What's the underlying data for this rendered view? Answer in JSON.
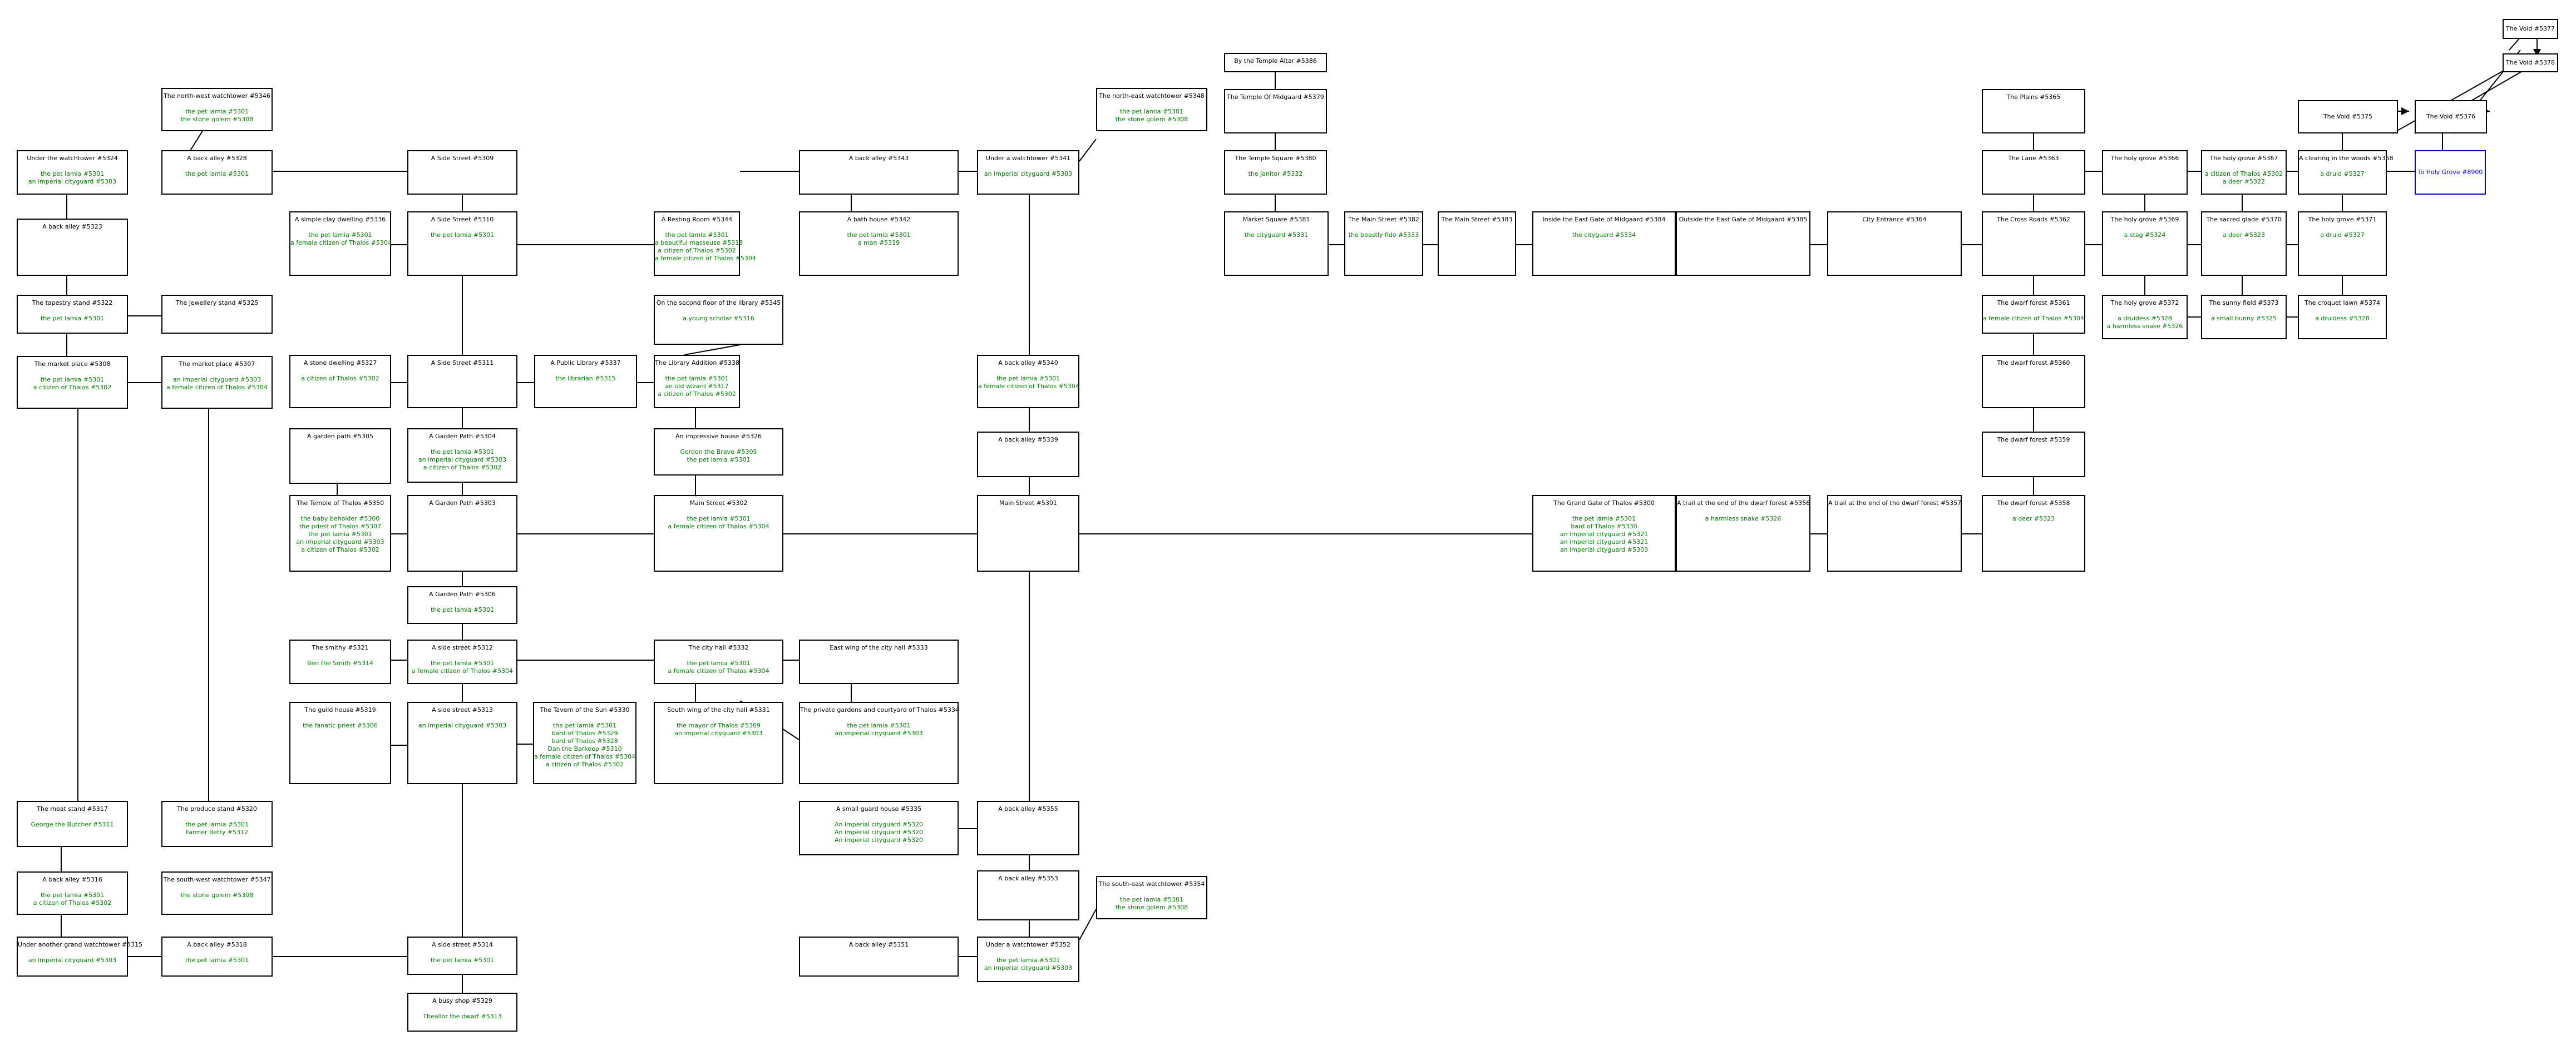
{
  "rooms": {
    "r5346": {
      "title": "The north-west watchtower #5346",
      "occupants": [
        "the pet lamia #5301",
        "the stone golem #5308"
      ]
    },
    "r5324": {
      "title": "Under the watchtower #5324",
      "occupants": [
        "the pet lamia #5301",
        "an imperial cityguard #5303"
      ]
    },
    "r5328": {
      "title": "A back alley #5328",
      "occupants": [
        "the pet lamia #5301"
      ]
    },
    "r5323": {
      "title": "A back alley #5323",
      "occupants": []
    },
    "r5322": {
      "title": "The tapestry stand #5322",
      "occupants": [
        "the pet lamia #5301"
      ]
    },
    "r5325": {
      "title": "The jewellery stand #5325",
      "occupants": []
    },
    "r5308": {
      "title": "The market place #5308",
      "occupants": [
        "the pet lamia #5301",
        "a citizen of Thalos #5302"
      ]
    },
    "r5307": {
      "title": "The market place #5307",
      "occupants": [
        "an imperial cityguard #5303",
        "a female citizen of Thalos #5304"
      ]
    },
    "r5317": {
      "title": "The meat stand #5317",
      "occupants": [
        "George the Butcher #5311"
      ]
    },
    "r5320": {
      "title": "The produce stand #5320",
      "occupants": [
        "the pet lamia #5301",
        "Farmer Betty #5312"
      ]
    },
    "r5316": {
      "title": "A back alley #5316",
      "occupants": [
        "the pet lamia #5301",
        "a citizen of Thalos #5302"
      ]
    },
    "r5347": {
      "title": "The south-west watchtower #5347",
      "occupants": [
        "the stone golem #5308"
      ]
    },
    "r5315": {
      "title": "Under another grand watchtower #5315",
      "occupants": [
        "an imperial cityguard #5303"
      ]
    },
    "r5318": {
      "title": "A back alley #5318",
      "occupants": [
        "the pet lamia #5301"
      ]
    },
    "r5336": {
      "title": "A simple clay dwelling #5336",
      "occupants": [
        "the pet lamia #5301",
        "a female citizen of Thalos #5304"
      ]
    },
    "r5327": {
      "title": "A stone dwelling #5327",
      "occupants": [
        "a citizen of Thalos #5302"
      ]
    },
    "r5305": {
      "title": "A garden path #5305",
      "occupants": []
    },
    "r5350": {
      "title": "The Temple of Thalos #5350",
      "occupants": [
        "the baby beholder #5300",
        "the priest of Thalos #5307",
        "the pet lamia #5301",
        "an imperial cityguard #5303",
        "a citizen of Thalos #5302"
      ]
    },
    "r5321": {
      "title": "The smithy #5321",
      "occupants": [
        "Ben the Smith #5314"
      ]
    },
    "r5319": {
      "title": "The guild house #5319",
      "occupants": [
        "the fanatic priest #5306"
      ]
    },
    "r5309": {
      "title": "A Side Street #5309",
      "occupants": []
    },
    "r5310": {
      "title": "A Side Street #5310",
      "occupants": [
        "the pet lamia #5301"
      ]
    },
    "r5311": {
      "title": "A Side Street #5311",
      "occupants": []
    },
    "r5304": {
      "title": "A Garden Path #5304",
      "occupants": [
        "the pet lamia #5301",
        "an imperial cityguard #5303",
        "a citizen of Thalos #5302"
      ]
    },
    "r5303": {
      "title": "A Garden Path #5303",
      "occupants": []
    },
    "r5306": {
      "title": "A Garden Path #5306",
      "occupants": [
        "the pet lamia #5301"
      ]
    },
    "r5312": {
      "title": "A side street #5312",
      "occupants": [
        "the pet lamia #5301",
        "a female citizen of Thalos #5304"
      ]
    },
    "r5313": {
      "title": "A side street #5313",
      "occupants": [
        "an imperial cityguard #5303"
      ]
    },
    "r5314": {
      "title": "A side street #5314",
      "occupants": [
        "the pet lamia #5301"
      ]
    },
    "r5329": {
      "title": "A busy shop #5329",
      "occupants": [
        "Theallor the dwarf #5313"
      ]
    },
    "r5337": {
      "title": "A Public Library #5337",
      "occupants": [
        "the librarian #5315"
      ]
    },
    "r5330": {
      "title": "The Tavern of the Sun #5330",
      "occupants": [
        "the pet lamia #5301",
        "bard of Thalos #5329",
        "bard of Thalos #5328",
        "Dan the Barkeep #5310",
        "a female citizen of Thalos #5304",
        "a citizen of Thalos #5302"
      ]
    },
    "r5344": {
      "title": "A Resting Room #5344",
      "occupants": [
        "the pet lamia #5301",
        "a beautiful masseuse #5318",
        "a citizen of Thalos #5302",
        "a female citizen of Thalos #5304"
      ]
    },
    "r5345": {
      "title": "On the second floor of the library #5345",
      "occupants": [
        "a young scholar #5316"
      ]
    },
    "r5338": {
      "title": "The Library Addition #5338",
      "occupants": [
        "the pet lamia #5301",
        "an old wizard #5317",
        "a citizen of Thalos #5302"
      ]
    },
    "r5326": {
      "title": "An impressive house #5326",
      "occupants": [
        "Gordon the Brave #5305",
        "the pet lamia #5301"
      ]
    },
    "r5302": {
      "title": "Main Street #5302",
      "occupants": [
        "the pet lamia #5301",
        "a female citizen of Thalos #5304"
      ]
    },
    "r5332": {
      "title": "The city hall #5332",
      "occupants": [
        "the pet lamia #5301",
        "a female citizen of Thalos #5304"
      ]
    },
    "r5331": {
      "title": "South wing of the city hall #5331",
      "occupants": [
        "the mayor of Thalos #5309",
        "an imperial cityguard #5303"
      ]
    },
    "r5343": {
      "title": "A back alley #5343",
      "occupants": []
    },
    "r5342": {
      "title": "A bath house #5342",
      "occupants": [
        "the pet lamia #5301",
        "a man #5319"
      ]
    },
    "r5333": {
      "title": "East wing of the city hall #5333",
      "occupants": []
    },
    "r5334": {
      "title": "The private gardens and courtyard of Thalos #5334",
      "occupants": [
        "the pet lamia #5301",
        "an imperial cityguard #5303"
      ]
    },
    "r5335": {
      "title": "A small guard house #5335",
      "occupants": [
        "An imperial cityguard #5320",
        "An imperial cityguard #5320",
        "An imperial cityguard #5320"
      ]
    },
    "r5351": {
      "title": "A back alley #5351",
      "occupants": []
    },
    "r5348": {
      "title": "The north-east watchtower #5348",
      "occupants": [
        "the pet lamia #5301",
        "the stone golem #5308"
      ]
    },
    "r5341": {
      "title": "Under a watchtower #5341",
      "occupants": [
        "an imperial cityguard #5303"
      ]
    },
    "r5340": {
      "title": "A back alley #5340",
      "occupants": [
        "the pet lamia #5301",
        "a female citizen of Thalos #5304"
      ]
    },
    "r5339": {
      "title": "A back alley #5339",
      "occupants": []
    },
    "r5301": {
      "title": "Main Street #5301",
      "occupants": []
    },
    "r5355": {
      "title": "A back alley #5355",
      "occupants": []
    },
    "r5353": {
      "title": "A back alley #5353",
      "occupants": []
    },
    "r5352": {
      "title": "Under a watchtower #5352",
      "occupants": [
        "the pet lamia #5301",
        "an imperial cityguard #5303"
      ]
    },
    "r5354": {
      "title": "The south-east watchtower #5354",
      "occupants": [
        "the pet lamia #5301",
        "the stone golem #5308"
      ]
    },
    "r5386": {
      "title": "By the Temple Altar #5386",
      "occupants": []
    },
    "r5379": {
      "title": "The Temple Of Midgaard #5379",
      "occupants": []
    },
    "r5380": {
      "title": "The Temple Square #5380",
      "occupants": [
        "the janitor #5332"
      ]
    },
    "r5381": {
      "title": "Market Square #5381",
      "occupants": [
        "the cityguard #5331"
      ]
    },
    "r5382": {
      "title": "The Main Street #5382",
      "occupants": [
        "the beastly fido #5333"
      ]
    },
    "r5383": {
      "title": "The Main Street #5383",
      "occupants": []
    },
    "r5384": {
      "title": "Inside the East Gate of Midgaard #5384",
      "occupants": [
        "the cityguard #5334"
      ]
    },
    "r5385": {
      "title": "Outside the East Gate of Midgaard #5385",
      "occupants": []
    },
    "r5364": {
      "title": "City Entrance #5364",
      "occupants": []
    },
    "r5300": {
      "title": "The Grand Gate of Thalos #5300",
      "occupants": [
        "the pet lamia #5301",
        "bard of Thalos #5330",
        "an imperial cityguard #5321",
        "an imperial cityguard #5321",
        "an imperial cityguard #5303"
      ]
    },
    "r5356": {
      "title": "A trail at the end of the dwarf forest #5356",
      "occupants": [
        "a harmless snake #5326"
      ]
    },
    "r5357": {
      "title": "A trail at the end of the dwarf forest #5357",
      "occupants": []
    },
    "r5365": {
      "title": "The Plains #5365",
      "occupants": []
    },
    "r5363": {
      "title": "The Lane #5363",
      "occupants": []
    },
    "r5362": {
      "title": "The Cross Roads #5362",
      "occupants": []
    },
    "r5361": {
      "title": "The dwarf forest #5361",
      "occupants": [
        "a female citizen of Thalos #5304"
      ]
    },
    "r5360": {
      "title": "The dwarf forest #5360",
      "occupants": []
    },
    "r5359": {
      "title": "The dwarf forest #5359",
      "occupants": []
    },
    "r5358": {
      "title": "The dwarf forest #5358",
      "occupants": [
        "a deer #5323"
      ]
    },
    "r5366": {
      "title": "The holy grove #5366",
      "occupants": []
    },
    "r5369": {
      "title": "The holy grove #5369",
      "occupants": [
        "a stag #5324"
      ]
    },
    "r5372": {
      "title": "The holy grove #5372",
      "occupants": [
        "a druidess #5328",
        "a harmless snake #5326"
      ]
    },
    "r5367": {
      "title": "The holy grove #5367",
      "occupants": [
        "a citizen of Thalos #5302",
        "a deer #5322"
      ]
    },
    "r5370": {
      "title": "The sacred glade #5370",
      "occupants": [
        "a deer #5323"
      ]
    },
    "r5373": {
      "title": "The sunny field #5373",
      "occupants": [
        "a small bunny #5325"
      ]
    },
    "r5368": {
      "title": "A clearing in the woods #5368",
      "occupants": [
        "a druid #5327"
      ]
    },
    "r5371": {
      "title": "The holy grove #5371",
      "occupants": [
        "a druid #5327"
      ]
    },
    "r5374": {
      "title": "The croquet lawn #5374",
      "occupants": [
        "a druidess #5328"
      ]
    },
    "r5375": {
      "title": "The Void #5375",
      "occupants": []
    },
    "r5376": {
      "title": "The Void #5376",
      "occupants": []
    },
    "r5377": {
      "title": "The Void #5377",
      "occupants": []
    },
    "r5378": {
      "title": "The Void #5378",
      "occupants": []
    },
    "r8900": {
      "title": "To Holy Grove #8900",
      "occupants": []
    }
  }
}
